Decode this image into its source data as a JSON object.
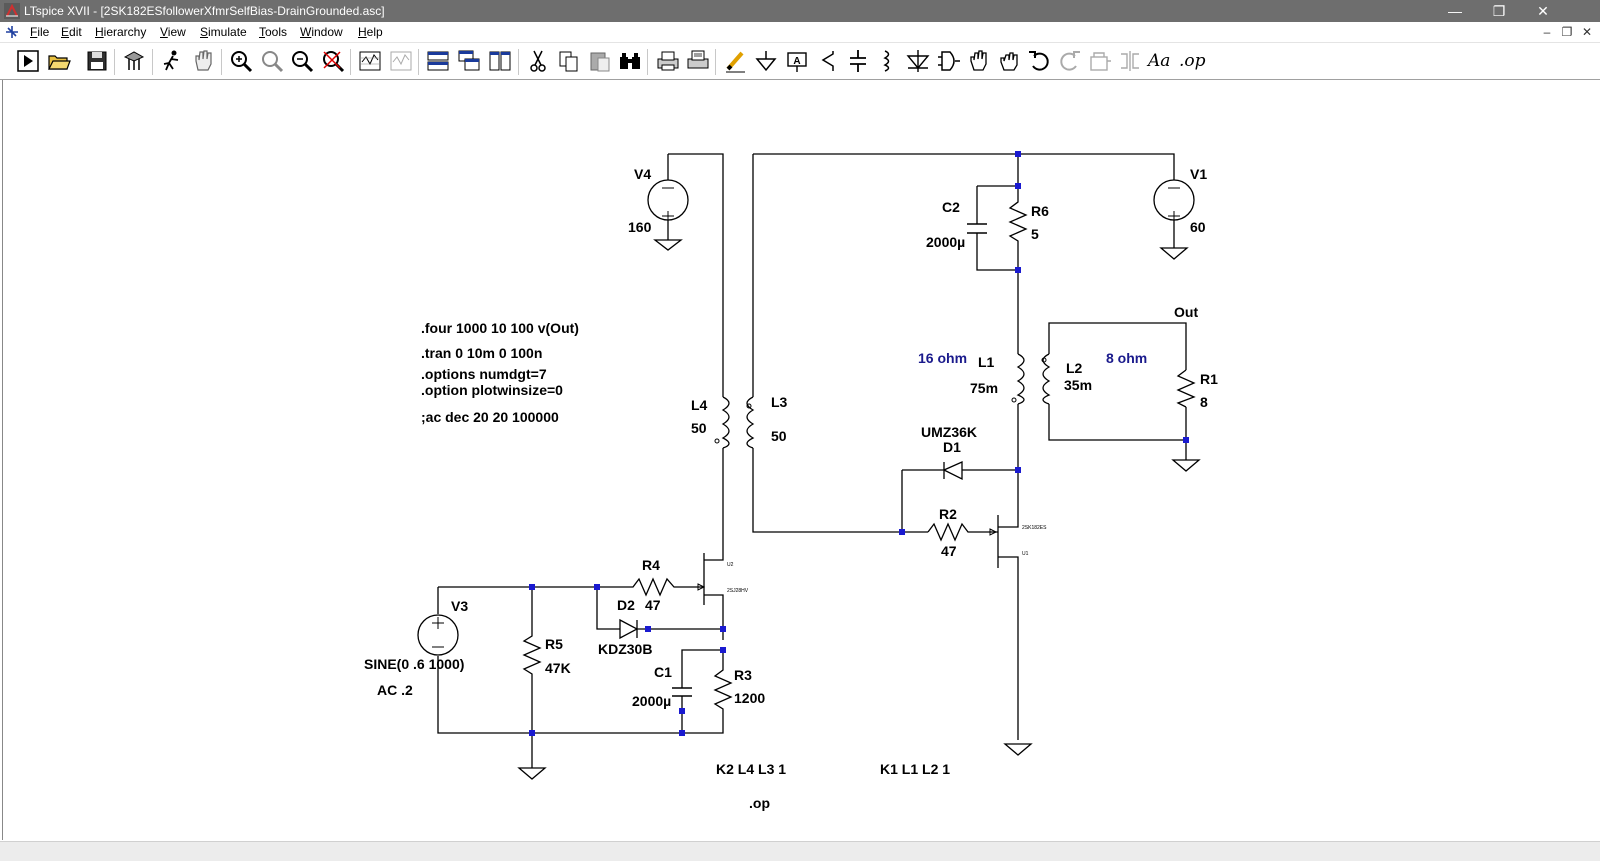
{
  "window": {
    "title": "LTspice XVII - [2SK182ESfollowerXfmrSelfBias-DrainGrounded.asc]",
    "controls": {
      "minimize": "—",
      "restore": "❐",
      "close": "✕"
    },
    "mdi_controls": {
      "minimize": "–",
      "restore": "❐",
      "close": "✕"
    }
  },
  "menu": [
    {
      "hotkey": "F",
      "rest": "ile"
    },
    {
      "hotkey": "E",
      "rest": "dit"
    },
    {
      "hotkey": "H",
      "rest": "ierarchy"
    },
    {
      "hotkey": "V",
      "rest": "iew"
    },
    {
      "hotkey": "S",
      "rest": "imulate"
    },
    {
      "hotkey": "T",
      "rest": "ools"
    },
    {
      "hotkey": "W",
      "rest": "indow"
    },
    {
      "hotkey": "H",
      "rest": "elp"
    }
  ],
  "toolbar": {
    "icons": [
      "run-icon",
      "open-icon",
      "save-icon",
      "control-panel-icon",
      "halt-icon",
      "pan-icon",
      "zoom-in-icon",
      "zoom-to-fit-icon",
      "zoom-out-icon",
      "zoom-cancel-icon",
      "plot-icon",
      "plot-setup-icon",
      "tile-horizontal-icon",
      "cascade-icon",
      "tile-vertical-icon",
      "cut-icon",
      "copy-icon",
      "paste-icon",
      "find-icon",
      "print-icon",
      "print-preview-icon",
      "wire-icon",
      "ground-icon",
      "label-net-icon",
      "resistor-icon",
      "capacitor-icon",
      "inductor-icon",
      "diode-icon",
      "component-icon",
      "move-icon",
      "drag-icon",
      "undo-icon",
      "redo-icon",
      "rotate-icon",
      "mirror-icon",
      "text-icon",
      "spice-directive-icon"
    ],
    "text_label": "Aa",
    "op_label": ".op"
  },
  "schematic": {
    "sources": {
      "v4": {
        "name": "V4",
        "value": "160"
      },
      "v1": {
        "name": "V1",
        "value": "60"
      },
      "v3": {
        "name": "V3",
        "value": "SINE(0 .6 1000)",
        "ac": "AC .2"
      }
    },
    "resistors": {
      "r6": {
        "name": "R6",
        "value": "5"
      },
      "r1": {
        "name": "R1",
        "value": "8"
      },
      "r2": {
        "name": "R2",
        "value": "47"
      },
      "r4": {
        "name": "R4",
        "value": "47"
      },
      "r5": {
        "name": "R5",
        "value": "47K"
      },
      "r3": {
        "name": "R3",
        "value": "1200"
      }
    },
    "capacitors": {
      "c2": {
        "name": "C2",
        "value": "2000µ"
      },
      "c1": {
        "name": "C1",
        "value": "2000µ"
      }
    },
    "inductors": {
      "l1": {
        "name": "L1",
        "value": "75m",
        "note": "16 ohm"
      },
      "l2": {
        "name": "L2",
        "value": "35m",
        "note": "8 ohm"
      },
      "l4": {
        "name": "L4",
        "value": "50"
      },
      "l3": {
        "name": "L3",
        "value": "50"
      }
    },
    "diodes": {
      "d1": {
        "name": "D1",
        "model": "UMZ36K"
      },
      "d2": {
        "name": "D2",
        "model": "KDZ30B"
      }
    },
    "jfets": {
      "u1": {
        "name": "U1",
        "model": "2SK182ES"
      },
      "u2": {
        "name": "U2",
        "model": "2SJ28HV"
      }
    },
    "net_out": "Out",
    "directives": [
      ".four 1000 10 100 v(Out)",
      ".tran 0 10m 0 100n",
      ".options numdgt=7",
      ".option plotwinsize=0",
      ";ac dec 20 20 100000"
    ],
    "couplings": {
      "k2": "K2 L4 L3 1",
      "k1": "K1 L1 L2 1"
    },
    "op_directive": ".op"
  },
  "colors": {
    "wire": "#000000",
    "junction": "#1a1ad0",
    "comment_text": "#1a1a8c",
    "titlebar": "#6e6e6e"
  }
}
